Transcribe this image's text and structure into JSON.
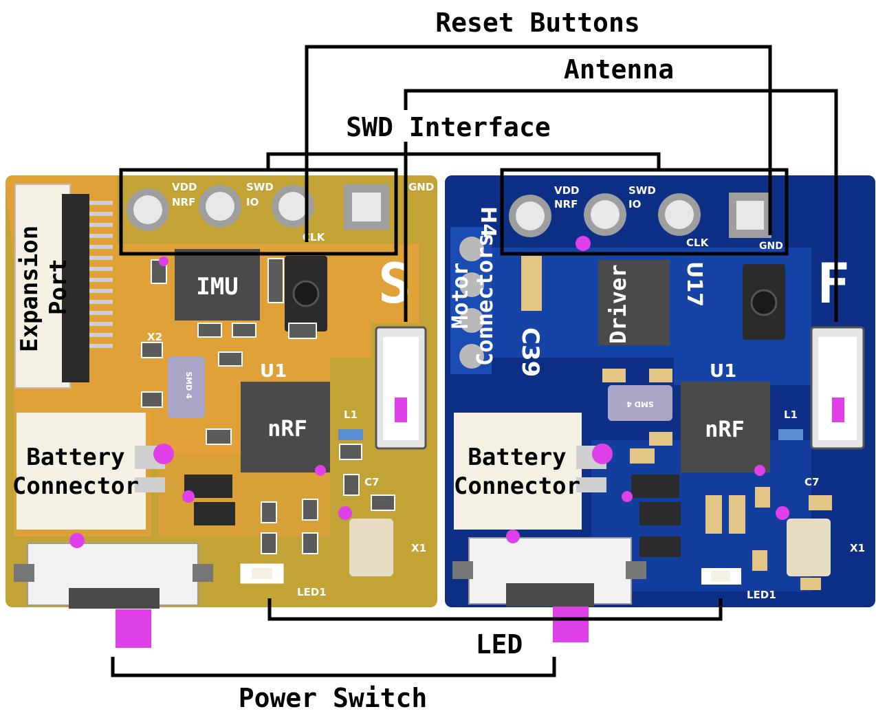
{
  "callouts": {
    "reset_buttons": "Reset Buttons",
    "antenna": "Antenna",
    "swd_interface": "SWD Interface",
    "led": "LED",
    "power_switch": "Power Switch"
  },
  "left_board": {
    "expansion_port": [
      "Expansion",
      "Port"
    ],
    "imu": "IMU",
    "nrf": "nRF",
    "battery_connector": [
      "Battery",
      "Connector"
    ],
    "big_letter": "S",
    "silk": {
      "vdd": "VDD",
      "nrf": "NRF",
      "swd": "SWD",
      "io": "IO",
      "clk": "CLK",
      "gnd": "GND",
      "x2": "X2",
      "u1": "U1",
      "l1": "L1",
      "c7": "C7",
      "x1": "X1",
      "led1": "LED1",
      "smd4": "SMD 4"
    }
  },
  "right_board": {
    "h4": "H4",
    "motor_connectors": [
      "Motor",
      "Connectors"
    ],
    "driver": "Driver",
    "u17": "U17",
    "c39": "C39",
    "nrf": "nRF",
    "battery_connector": [
      "Battery",
      "Connector"
    ],
    "big_letter": "F",
    "silk": {
      "vdd": "VDD",
      "nrf": "NRF",
      "swd": "SWD",
      "io": "IO",
      "clk": "CLK",
      "gnd": "GND",
      "u1": "U1",
      "l1": "L1",
      "c7": "C7",
      "x1": "X1",
      "led1": "LED1",
      "smd4": "SMD 4"
    }
  },
  "colors": {
    "left_pcb": "#c4a336",
    "left_copper": "#e9a03a",
    "right_pcb": "#0e2f86",
    "right_copper": "#1a4db3",
    "marker": "#e040e8",
    "chip": "#4a4a4a",
    "pad": "#d9d9d9"
  }
}
